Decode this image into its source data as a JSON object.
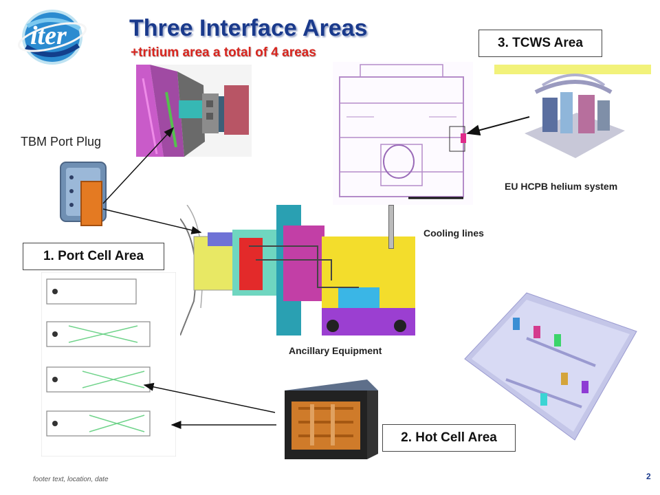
{
  "slide": {
    "title": "Three Interface Areas",
    "subtitle": "+tritium area a total of 4 areas",
    "footer": "footer text, location, date",
    "page_number": "2"
  },
  "logo": {
    "text": "iter"
  },
  "labels": {
    "tbm_port_plug": "TBM Port Plug",
    "port_cell_area": "1. Port Cell Area",
    "hot_cell_area": "2. Hot Cell Area",
    "tcws_area": "3. TCWS Area",
    "eu_hcpb": "EU HCPB helium system",
    "cooling_lines": "Cooling lines",
    "ancillary_equipment": "Ancillary Equipment"
  }
}
